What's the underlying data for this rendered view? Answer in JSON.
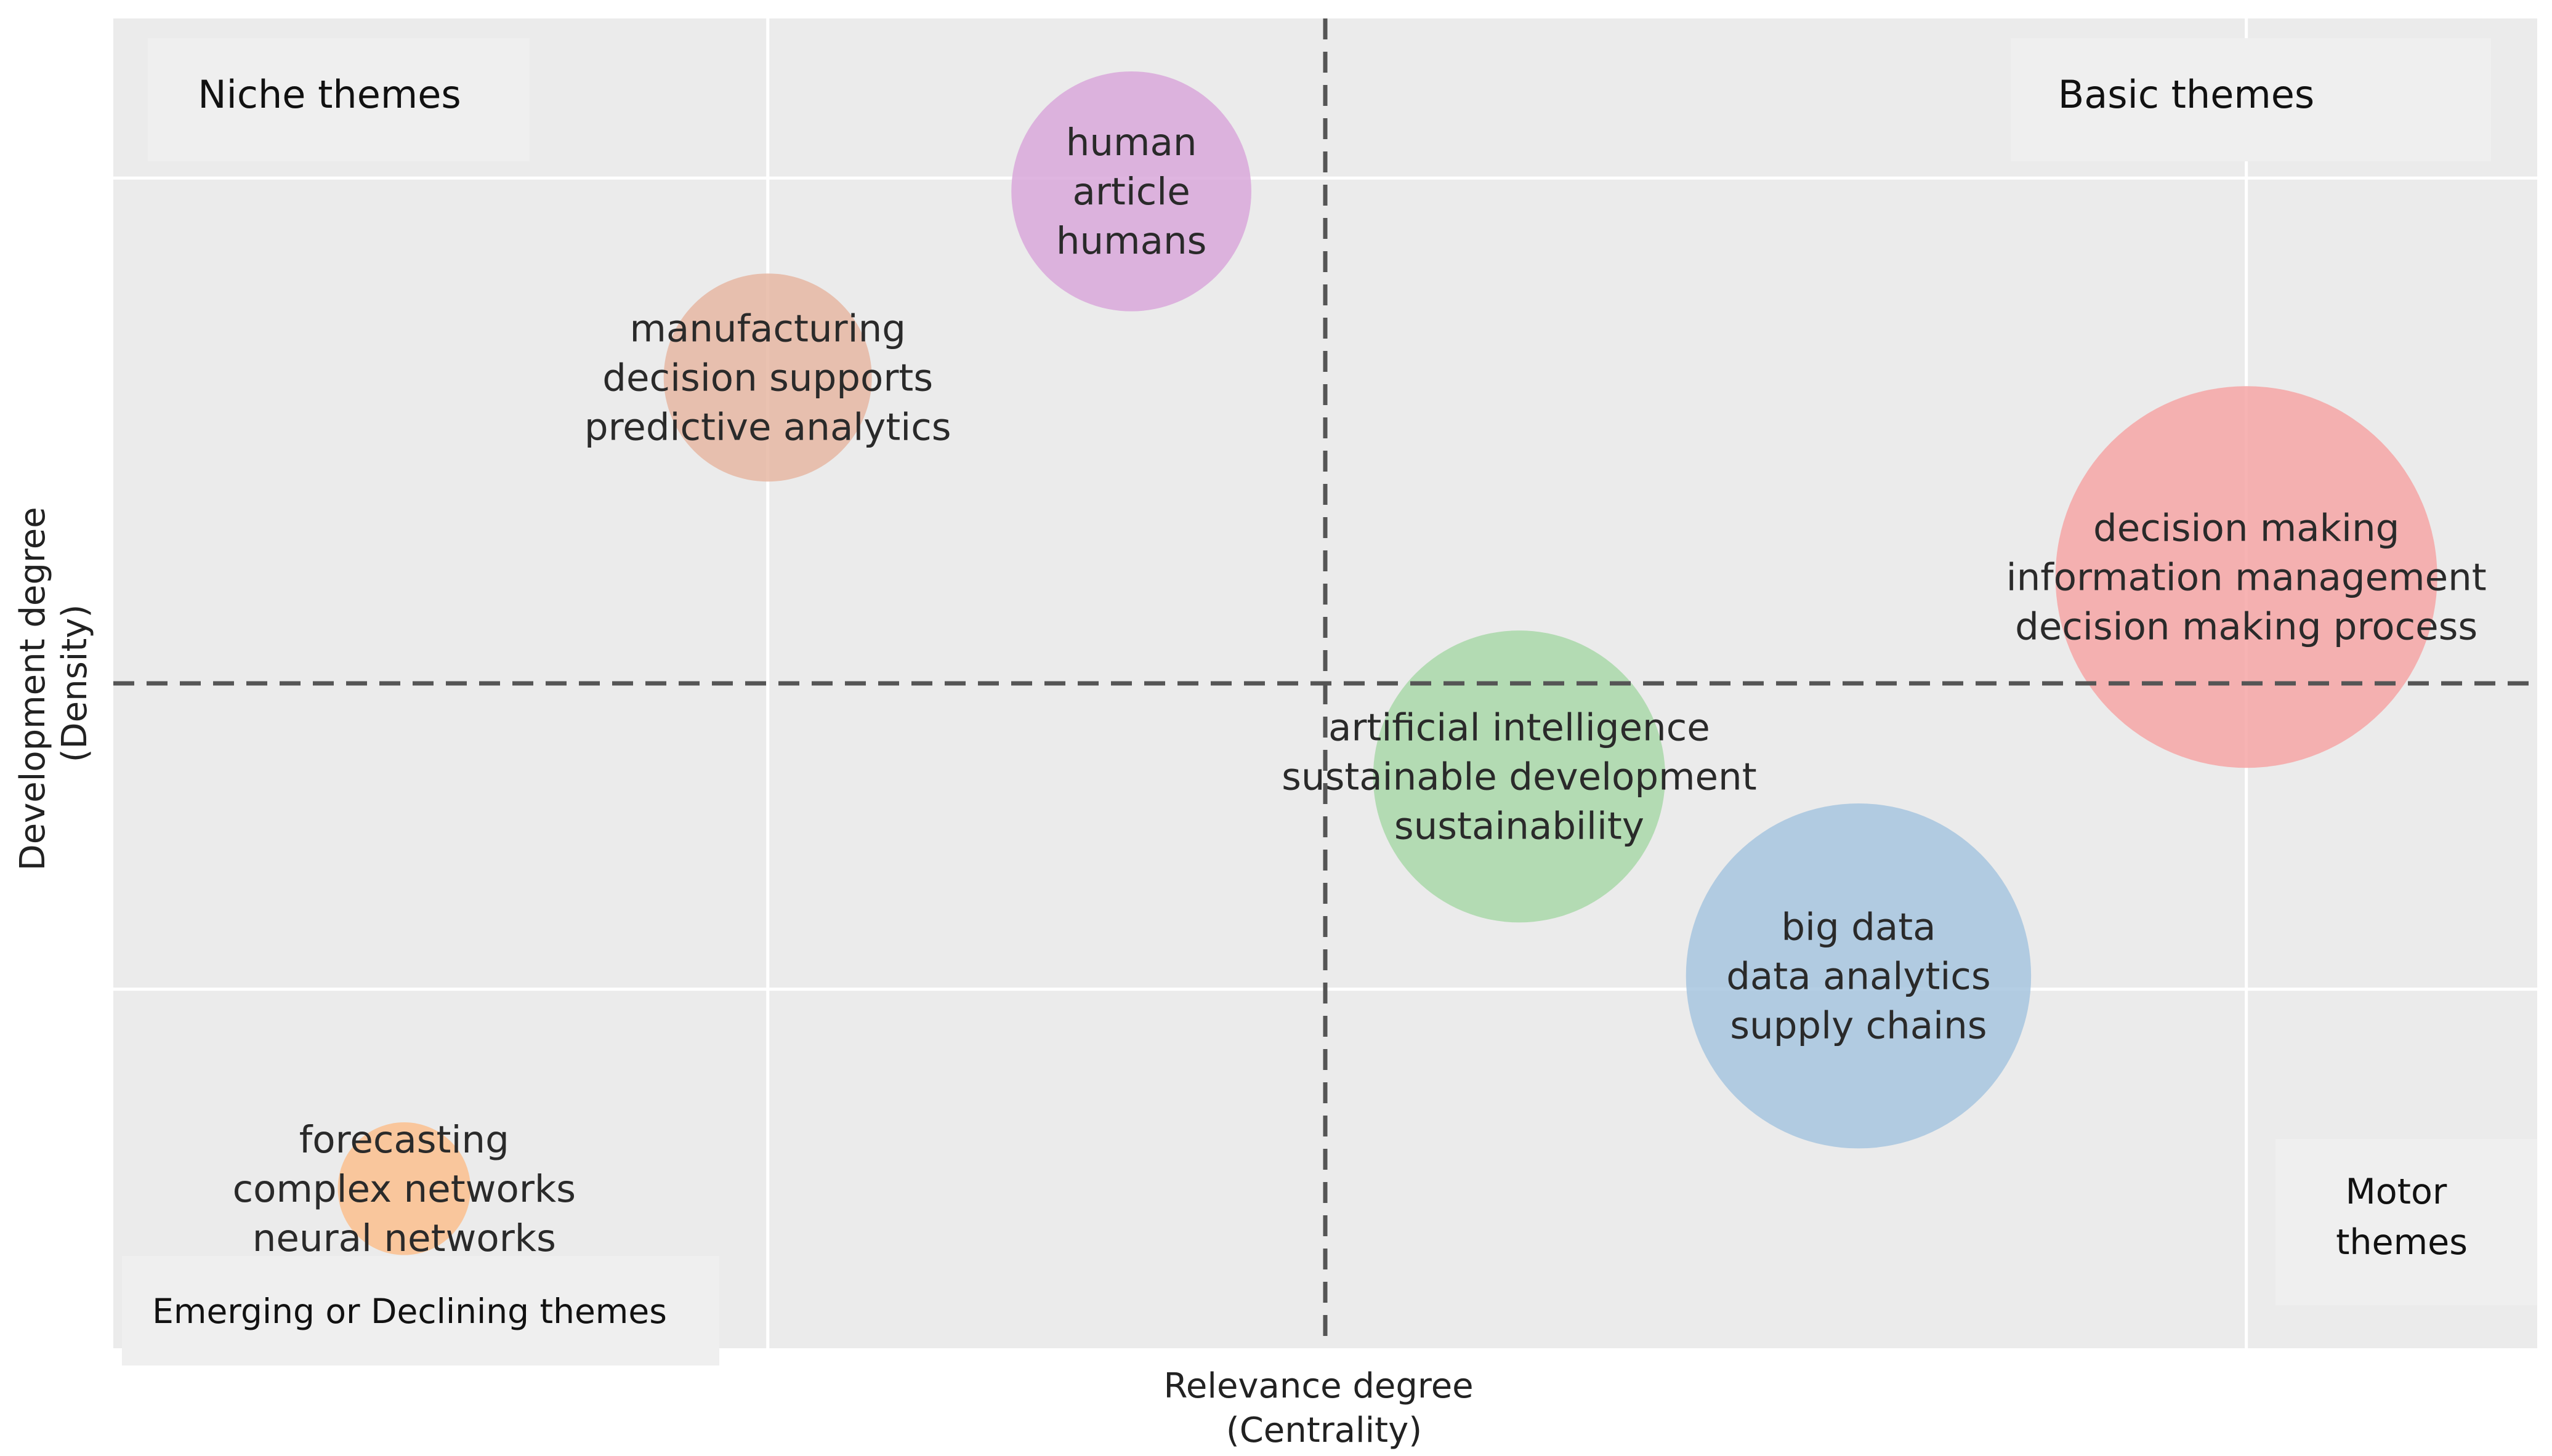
{
  "chart_data": {
    "type": "bubble",
    "xlabel": [
      "Relevance degree",
      "(Centrality)"
    ],
    "ylabel": [
      "Development degree",
      "(Density)"
    ],
    "grid": true,
    "quadrants": {
      "top_left": "Niche themes",
      "top_right": "Basic themes",
      "bottom_left": "Emerging or Declining themes",
      "bottom_right": [
        "Motor",
        "themes"
      ]
    },
    "series": [
      {
        "labels": [
          "human",
          "article",
          "humans"
        ],
        "x": 0.42,
        "y": 0.87,
        "size": 0.35,
        "color": "#d9a8da"
      },
      {
        "labels": [
          "manufacturing",
          "decision supports",
          "predictive analytics"
        ],
        "x": 0.27,
        "y": 0.73,
        "size": 0.25,
        "color": "#e6b7a3"
      },
      {
        "labels": [
          "decision making",
          "information management",
          "decision making process"
        ],
        "x": 0.88,
        "y": 0.58,
        "size": 1.0,
        "color": "#f6a6a6"
      },
      {
        "labels": [
          "artificial intelligence",
          "sustainable development",
          "sustainability"
        ],
        "x": 0.58,
        "y": 0.43,
        "size": 0.55,
        "color": "#a9d8a9"
      },
      {
        "labels": [
          "big data",
          "data analytics",
          "supply chains"
        ],
        "x": 0.72,
        "y": 0.28,
        "size": 0.8,
        "color": "#a7c6df"
      },
      {
        "labels": [
          "forecasting",
          "complex networks",
          "neural networks"
        ],
        "x": 0.12,
        "y": 0.12,
        "size": 0.08,
        "color": "#fbbf8e"
      }
    ],
    "reference_lines": {
      "x": 0.5,
      "y": 0.5
    }
  }
}
